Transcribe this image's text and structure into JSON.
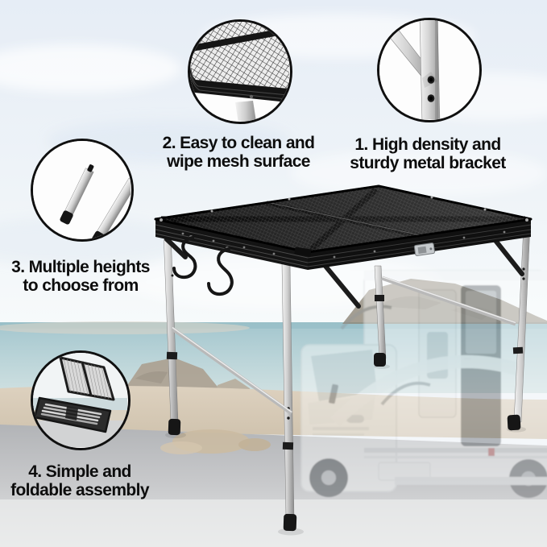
{
  "callouts": {
    "bracket": {
      "number": "1",
      "line1": "1. High density and",
      "line2": "sturdy metal bracket",
      "icon": "metal-bracket-closeup"
    },
    "mesh": {
      "number": "2",
      "line1": "2. Easy to clean and",
      "line2": "wipe mesh surface",
      "icon": "mesh-surface-closeup"
    },
    "heights": {
      "number": "3",
      "line1": "3. Multiple heights",
      "line2": "to choose from",
      "icon": "height-extension-poles"
    },
    "foldable": {
      "number": "4",
      "line1": "4. Simple and",
      "line2": "foldable assembly",
      "icon": "folded-table"
    }
  },
  "colors": {
    "label_text": "#0d0d0d",
    "callout_border": "#101010",
    "table_black": "#1b1b1b",
    "leg_silver": "#c9c9c9",
    "sky": "#edf3f8",
    "sea": "#aecbd2",
    "sand": "#d8cbb7",
    "road": "#bcbec0",
    "rv_white": "#fbfcfd"
  }
}
